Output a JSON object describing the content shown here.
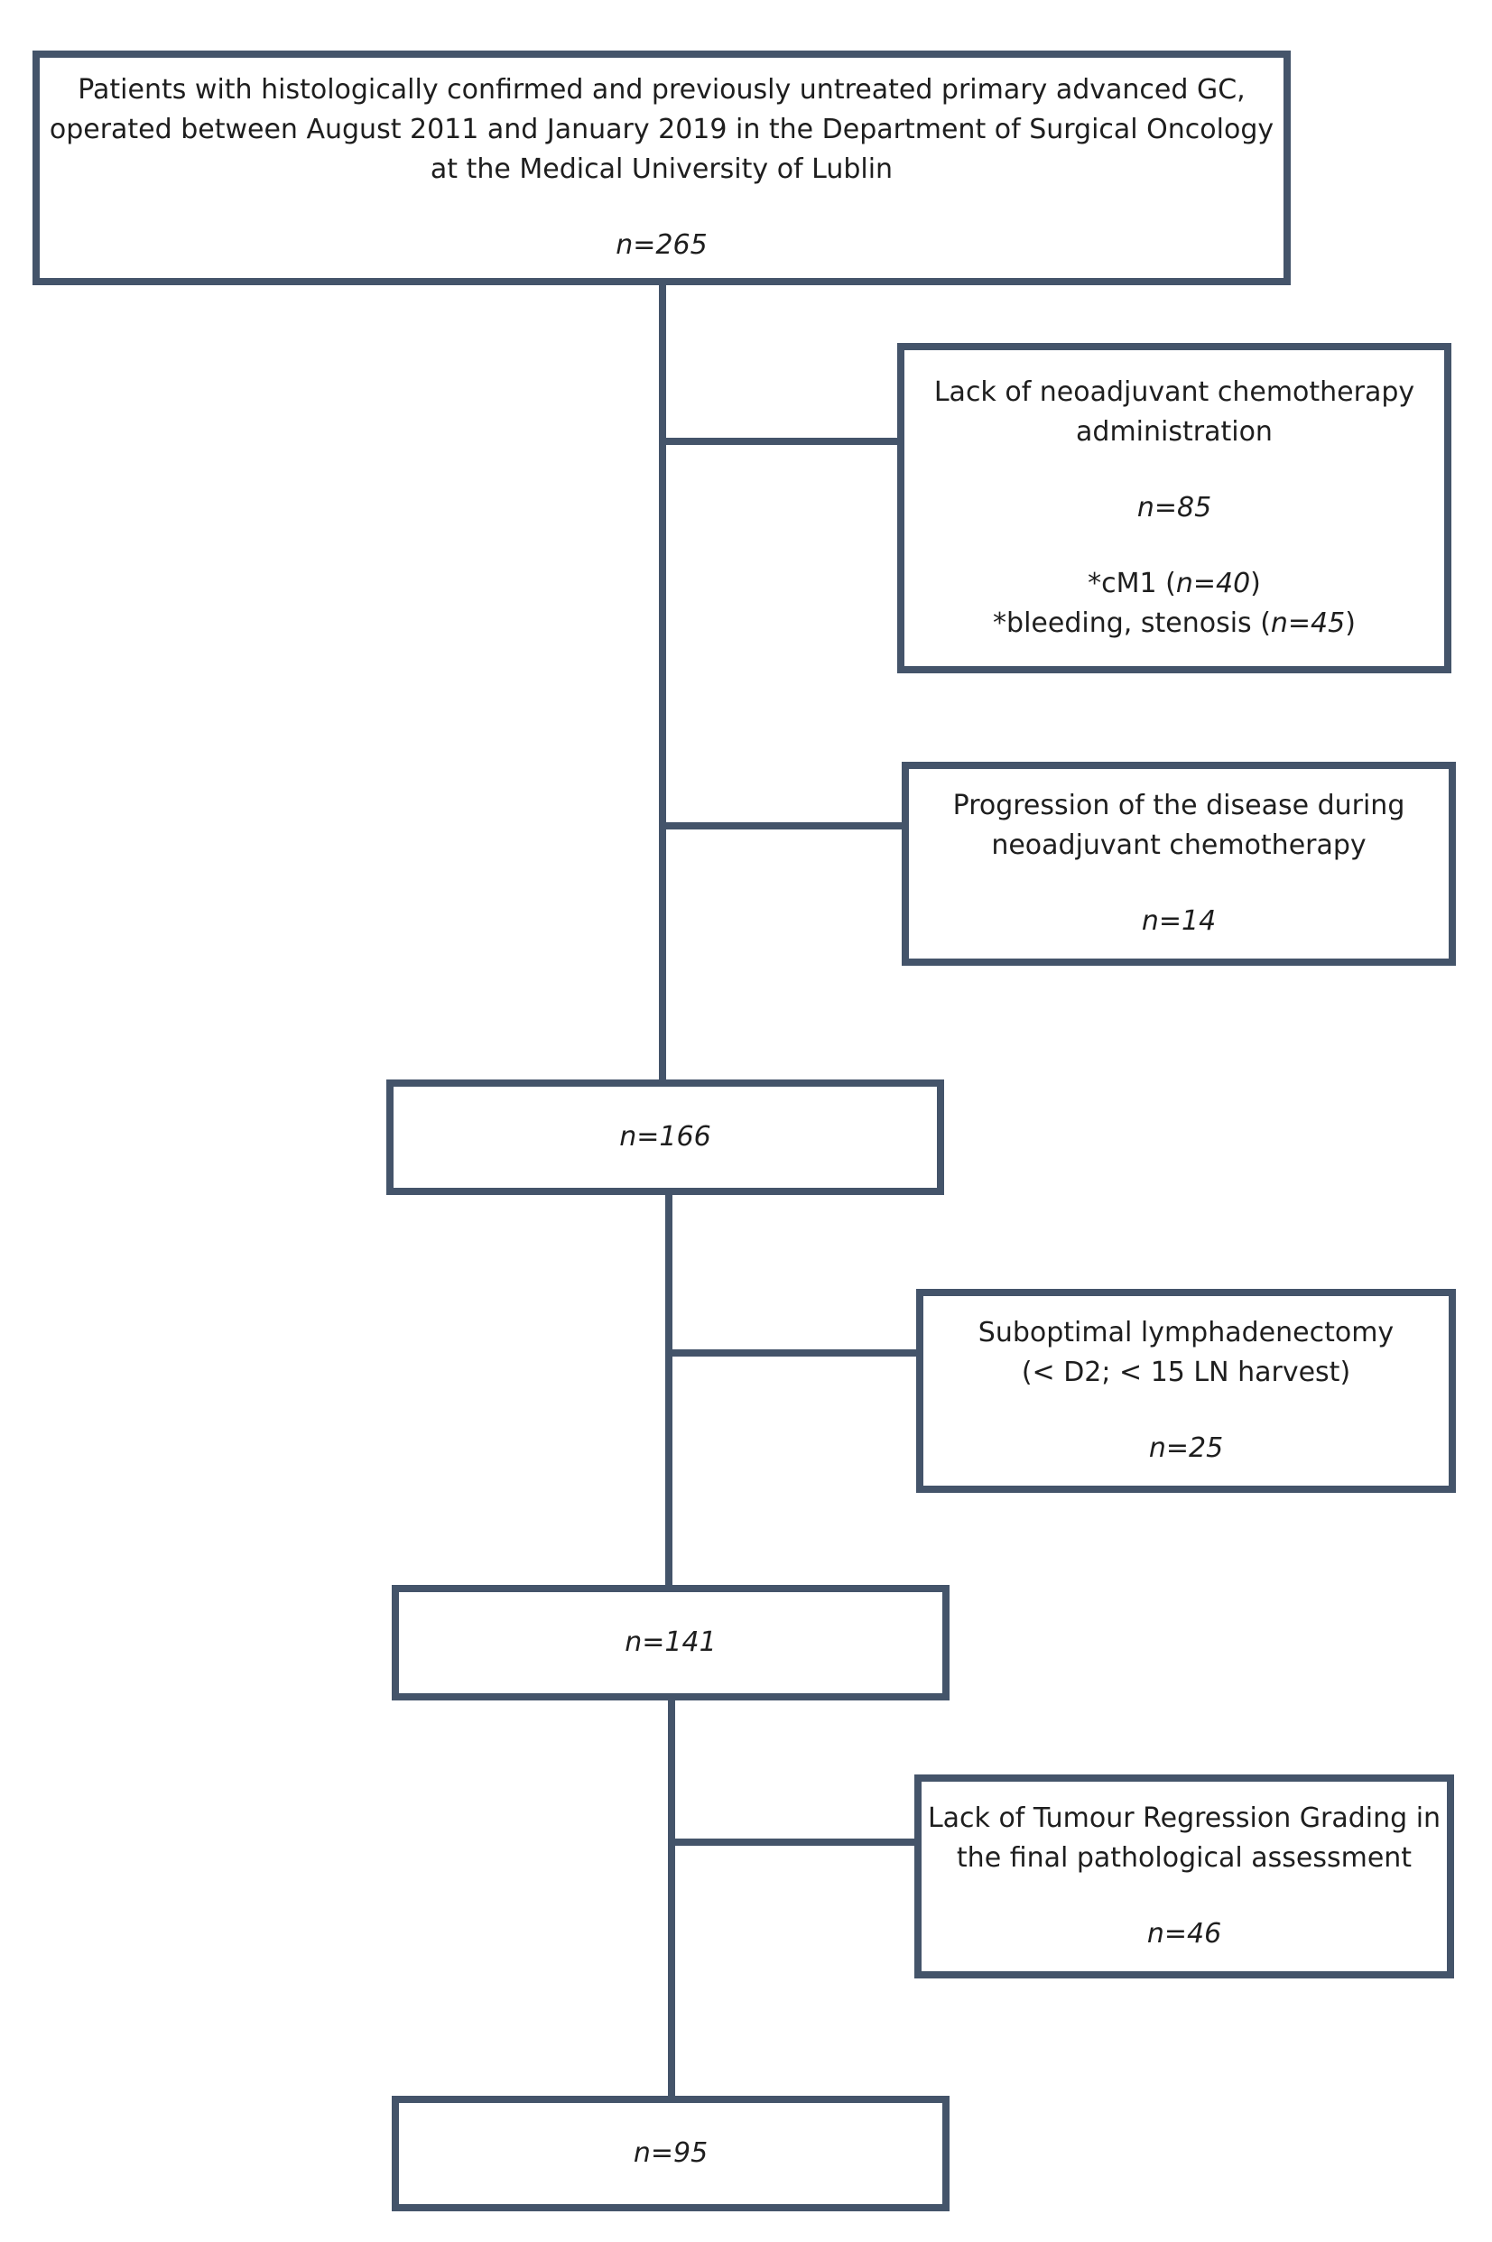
{
  "boxes": {
    "top": {
      "lines": [
        "Patients with histologically confirmed and previously untreated primary advanced GC,",
        "operated between August 2011 and January 2019 in the Department of Surgical Oncology",
        "at the Medical University of Lublin"
      ],
      "n": "n=265"
    },
    "excl_1": {
      "lines": [
        "Lack of neoadjuvant chemotherapy",
        "administration"
      ],
      "n": "n=85",
      "detail_1_prefix": "*cM1 (",
      "detail_1_n": "n=40",
      "detail_1_suffix": ")",
      "detail_2_prefix": "*bleeding, stenosis (",
      "detail_2_n": "n=45",
      "detail_2_suffix": ")"
    },
    "excl_2": {
      "lines": [
        "Progression of the disease during",
        "neoadjuvant chemotherapy"
      ],
      "n": "n=14"
    },
    "mid_1": {
      "n": "n=166"
    },
    "excl_3": {
      "lines": [
        "Suboptimal lymphadenectomy",
        "(< D2; < 15 LN harvest)"
      ],
      "n": "n=25"
    },
    "mid_2": {
      "n": "n=141"
    },
    "excl_4": {
      "lines": [
        "Lack of Tumour Regression Grading in",
        "the final pathological assessment"
      ],
      "n": "n=46"
    },
    "final": {
      "n": "n=95"
    }
  },
  "colors": {
    "border": "#44546a",
    "text": "#1e1e1e"
  }
}
